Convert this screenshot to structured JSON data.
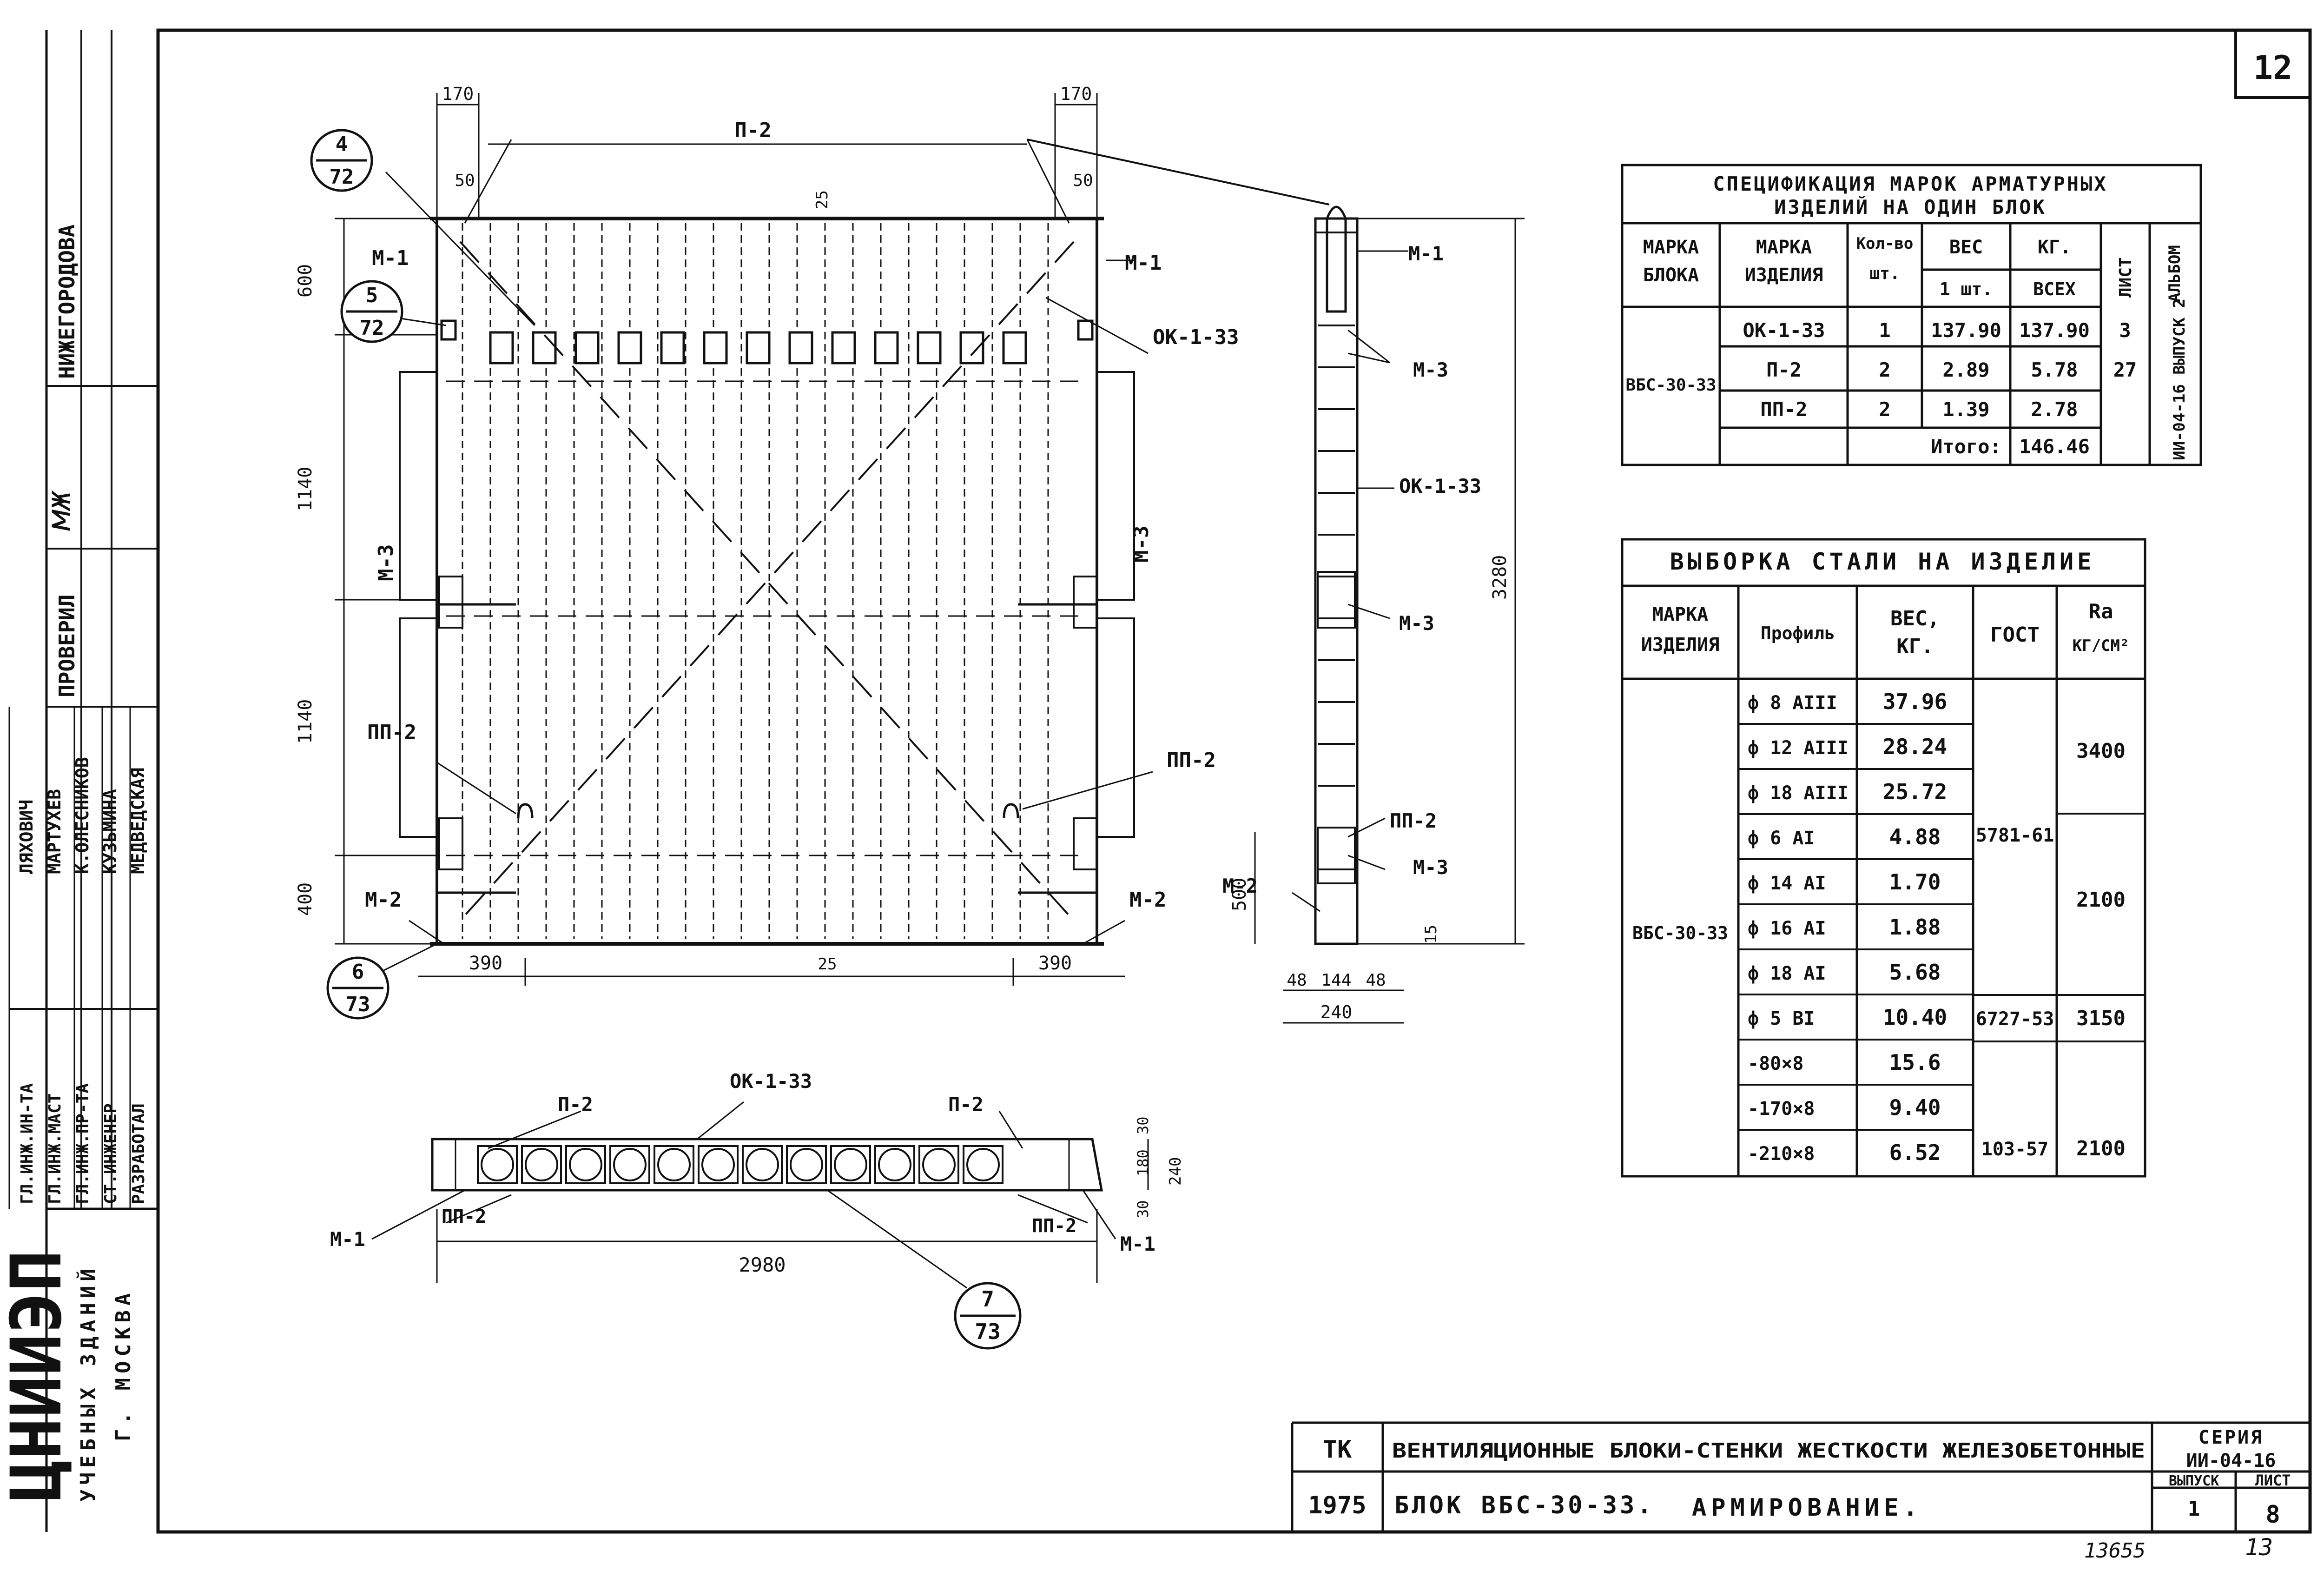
{
  "page_number": "12",
  "footer_numbers": [
    "13655",
    "13"
  ],
  "org_block": {
    "org": "ЦНИИЭП",
    "line1": "УЧЕБНЫХ ЗДАНИЙ",
    "line2": "Г. МОСКВА"
  },
  "signatures": [
    {
      "role": "ГЛ.ИНЖ.ИН-ТА",
      "name": "ЛЯХОВИЧ"
    },
    {
      "role": "ГЛ.ИНЖ.МАСТ",
      "name": "МАРТУХЕВ"
    },
    {
      "role": "ГЛ.ИНЖ.ПР-ТА",
      "name": "К.ОЛЕСНИКОВ"
    },
    {
      "role": "СТ.ИНЖЕНЕР",
      "name": "КУЗЬМИНА"
    },
    {
      "role": "РАЗРАБОТАЛ",
      "name": "МЕДВЕДСКАЯ"
    }
  ],
  "checker": {
    "role": "ПРОВЕРИЛ",
    "name": "НИЖЕГОРОДОВА"
  },
  "spec_table": {
    "title1": "СПЕЦИФИКАЦИЯ МАРОК АРМАТУРНЫХ",
    "title2": "ИЗДЕЛИЙ НА ОДИН БЛОК",
    "h_mark_block1": "МАРКА",
    "h_mark_block2": "БЛОКА",
    "h_mark_item1": "МАРКА",
    "h_mark_item2": "ИЗДЕЛИЯ",
    "h_qty1": "Кол-во",
    "h_qty2": "шт.",
    "h_weight": "ВЕС",
    "h_kg": "КГ.",
    "h_one": "1 шт.",
    "h_all": "ВСЕХ",
    "h_sheet": "ЛИСТ",
    "h_album": "АЛЬБОМ",
    "block": "ВБС-30-33",
    "rows": [
      {
        "item": "ОК-1-33",
        "qty": "1",
        "one": "137.90",
        "all": "137.90",
        "sheet": "3"
      },
      {
        "item": "П-2",
        "qty": "2",
        "one": "2.89",
        "all": "5.78",
        "sheet": "27"
      },
      {
        "item": "ПП-2",
        "qty": "2",
        "one": "1.39",
        "all": "2.78",
        "sheet": ""
      }
    ],
    "total_label": "Итого:",
    "total": "146.46",
    "album": "ИИ-04-16 ВЫПУСК 2"
  },
  "steel_table": {
    "title": "ВЫБОРКА СТАЛИ НА ИЗДЕЛИЕ",
    "h_mark1": "МАРКА",
    "h_mark2": "ИЗДЕЛИЯ",
    "h_profile": "Профиль",
    "h_weight1": "ВЕС,",
    "h_weight2": "КГ.",
    "h_gost": "ГОСТ",
    "h_ra1": "Ra",
    "h_ra2": "КГ/СМ²",
    "block": "ВБС-30-33",
    "rows": [
      {
        "profile": "ф 8 АIII",
        "weight": "37.96"
      },
      {
        "profile": "ф 12 АIII",
        "weight": "28.24"
      },
      {
        "profile": "ф 18 АIII",
        "weight": "25.72"
      },
      {
        "profile": "ф 6 АI",
        "weight": "4.88"
      },
      {
        "profile": "ф 14 АI",
        "weight": "1.70"
      },
      {
        "profile": "ф 16 АI",
        "weight": "1.88"
      },
      {
        "profile": "ф 18 АI",
        "weight": "5.68"
      },
      {
        "profile": "ф 5 ВI",
        "weight": "10.40"
      },
      {
        "profile": "-80×8",
        "weight": "15.6"
      },
      {
        "profile": "-170×8",
        "weight": "9.40"
      },
      {
        "profile": "-210×8",
        "weight": "6.52"
      }
    ],
    "gost": [
      "5781-61",
      "6727-53",
      "103-57"
    ],
    "ra": [
      "3400",
      "2100",
      "3150",
      "2100"
    ]
  },
  "title_block": {
    "tk": "ТК",
    "year": "1975",
    "title": "ВЕНТИЛЯЦИОННЫЕ БЛОКИ-СТЕНКИ ЖЕСТКОСТИ ЖЕЛЕЗОБЕТОННЫЕ",
    "subtitle1": "БЛОК ВБС-30-33.",
    "subtitle2": "АРМИРОВАНИЕ.",
    "series_label": "СЕРИЯ",
    "series": "ИИ-04-16",
    "issue_label": "ВЫПУСК",
    "issue": "1",
    "sheet_label": "ЛИСТ",
    "sheet": "8"
  },
  "drawing_labels": {
    "p2_top": "П-2",
    "m1_left": "М-1",
    "m1_right": "М-1",
    "ok": "ОК-1-33",
    "m3_left": "М-3",
    "m3_right": "М-3",
    "pp2_left": "ПП-2",
    "pp2_right": "ПП-2",
    "m2_left": "М-2",
    "m2_right": "М-2",
    "callout_a": [
      "4",
      "72"
    ],
    "callout_b": [
      "5",
      "72"
    ],
    "callout_c": [
      "6",
      "73"
    ],
    "callout_d": [
      "7",
      "73"
    ],
    "dims_top": [
      "170",
      "170",
      "50",
      "50",
      "25"
    ],
    "dims_left": [
      "600",
      "1140",
      "1140",
      "400"
    ],
    "dims_bottom": [
      "390",
      "390",
      "25",
      "500"
    ],
    "side_labels": [
      "М-1",
      "М-3",
      "ОК-1-33",
      "М-3",
      "ПП-2",
      "М-3",
      "М-2"
    ],
    "side_dims": [
      "3280",
      "15",
      "48",
      "144",
      "48",
      "240"
    ],
    "plan_labels": [
      "П-2",
      "ОК-1-33",
      "П-2",
      "М-1",
      "ПП-2",
      "ПП-2",
      "М-1"
    ],
    "plan_dims": [
      "30",
      "180",
      "30",
      "240",
      "2980"
    ]
  },
  "handwritten_note": "мж"
}
